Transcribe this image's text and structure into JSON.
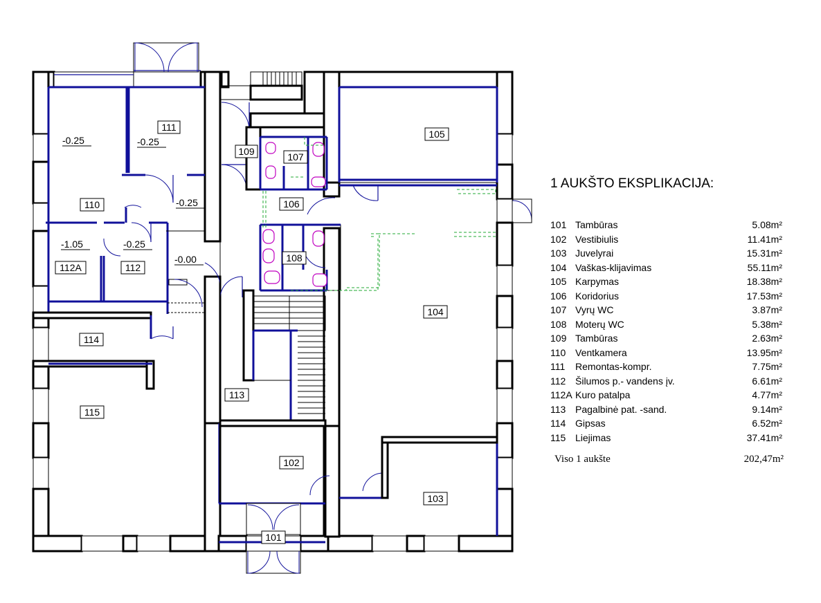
{
  "rooms": {
    "r101": "101",
    "r102": "102",
    "r103": "103",
    "r104": "104",
    "r105": "105",
    "r106": "106",
    "r107": "107",
    "r108": "108",
    "r109": "109",
    "r110": "110",
    "r111": "111",
    "r112": "112",
    "r112a": "112A",
    "r113": "113",
    "r114": "114",
    "r115": "115"
  },
  "levels": {
    "l1": "-0.25",
    "l2": "-0.25",
    "l3": "-0.25",
    "l4": "-1.05",
    "l5": "-0.25",
    "l6": "-0.00"
  },
  "legend": {
    "title": "1 AUKŠTO EKSPLIKACIJA:",
    "items": [
      {
        "num": "101",
        "name": "Tambūras",
        "area": "5.08m²"
      },
      {
        "num": "102",
        "name": "Vestibiulis",
        "area": "11.41m²"
      },
      {
        "num": "103",
        "name": "Juvelyrai",
        "area": "15.31m²"
      },
      {
        "num": "104",
        "name": "Vaškas-klijavimas",
        "area": "55.11m²"
      },
      {
        "num": "105",
        "name": "Karpymas",
        "area": "18.38m²"
      },
      {
        "num": "106",
        "name": "Koridorius",
        "area": "17.53m²"
      },
      {
        "num": "107",
        "name": "Vyrų  WC",
        "area": "3.87m²"
      },
      {
        "num": "108",
        "name": "Moterų WC",
        "area": "5.38m²"
      },
      {
        "num": "109",
        "name": "Tambūras",
        "area": "2.63m²"
      },
      {
        "num": "110",
        "name": "Ventkamera",
        "area": "13.95m²"
      },
      {
        "num": "111",
        "name": "Remontas-kompr.",
        "area": "7.75m²"
      },
      {
        "num": "112",
        "name": "Šilumos p.- vandens įv.",
        "area": "6.61m²"
      },
      {
        "num": "112A",
        "name": "Kuro patalpa",
        "area": "4.77m²"
      },
      {
        "num": "113",
        "name": "Pagalbinė pat. -sand.",
        "area": "9.14m²"
      },
      {
        "num": "114",
        "name": "Gipsas",
        "area": "6.52m²"
      },
      {
        "num": "115",
        "name": "Liejimas",
        "area": "37.41m²"
      }
    ],
    "total_label": "Viso 1 aukšte",
    "total_value": "202,47m²"
  }
}
